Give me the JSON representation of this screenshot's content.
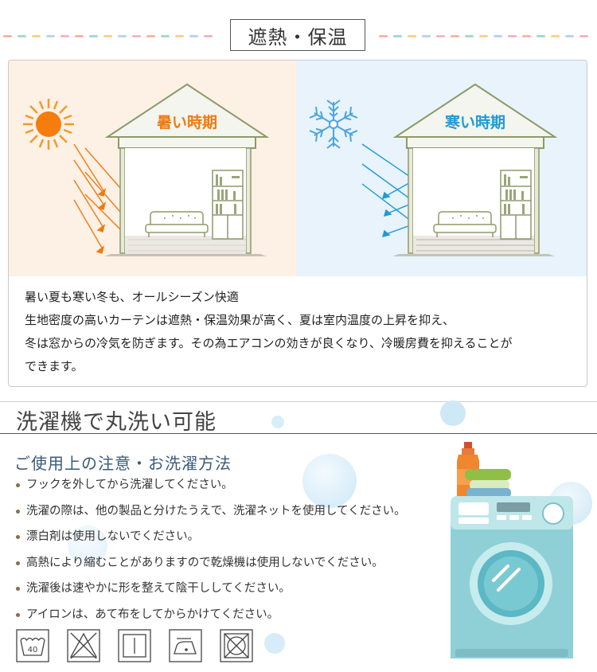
{
  "section1": {
    "title": "遮熱・保温",
    "panels": [
      {
        "label": "暑い時期",
        "label_color": "#f07a10",
        "arrow_color": "#f07a10"
      },
      {
        "label": "寒い時期",
        "label_color": "#1e9ad6",
        "arrow_color": "#1e9ad6"
      }
    ],
    "lines": [
      "暑い夏も寒い冬も、オールシーズン快適",
      "生地密度の高いカーテンは遮熱・保温効果が高く、夏は室内温度の上昇を抑え、",
      "冬は窓からの冷気を防ぎます。その為エアコンの効きが良くなり、冷暖房費を抑えることが",
      "できます。"
    ]
  },
  "section2": {
    "title": "洗濯機で丸洗い可能",
    "subtitle": "ご使用上の注意・お洗濯方法",
    "items": [
      "フックを外してから洗濯してください。",
      "洗濯の際は、他の製品と分けたうえで、洗濯ネットを使用してください。",
      "漂白剤は使用しないでください。",
      "高熱により縮むことがありますので乾燥機は使用しないでください。",
      "洗濯後は速やかに形を整えて陰干ししてください。",
      "アイロンは、あて布をしてからかけてください。"
    ],
    "wash_temp": "40",
    "care_icons": [
      "wash-40-icon",
      "no-bleach-icon",
      "line-dry-shade-icon",
      "iron-low-icon",
      "no-tumble-dry-icon"
    ]
  },
  "colors": {
    "accent_blue": "#3a5a7a",
    "warm_bg": "#fdf0e5",
    "cool_bg": "#e8f3fb"
  }
}
